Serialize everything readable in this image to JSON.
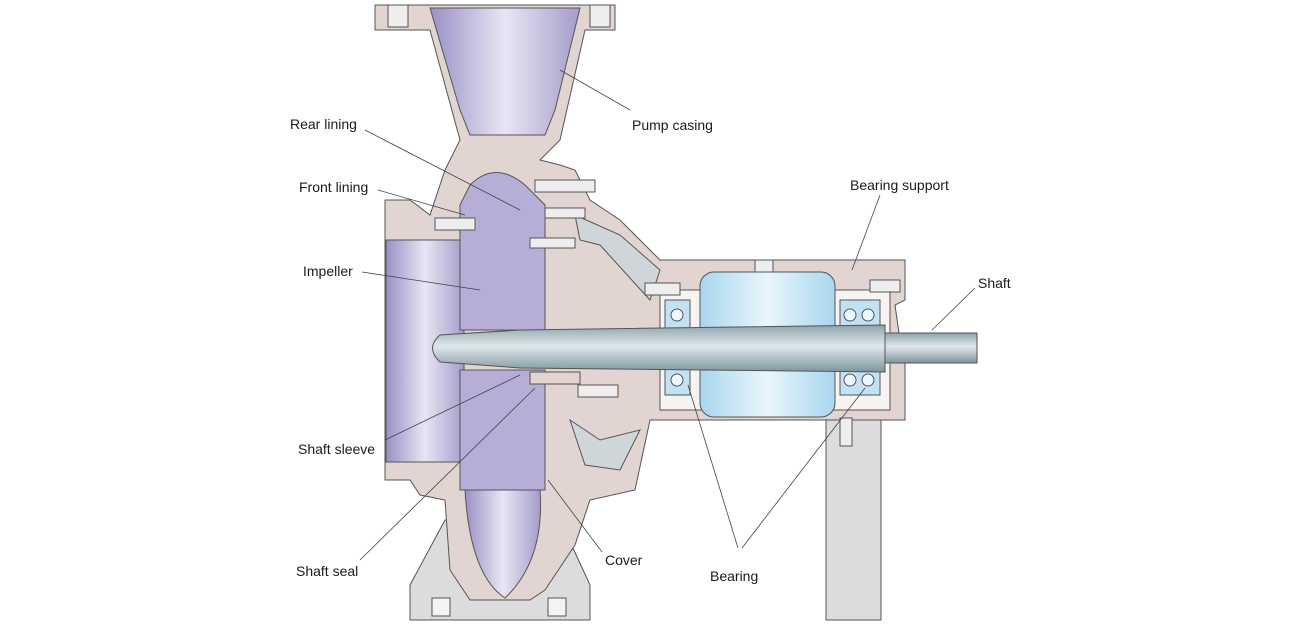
{
  "diagram": {
    "labels": {
      "rear_lining": "Rear lining",
      "front_lining": "Front lining",
      "impeller": "Impeller",
      "shaft_sleeve": "Shaft sleeve",
      "shaft_seal": "Shaft seal",
      "pump_casing": "Pump casing",
      "bearing_support": "Bearing support",
      "shaft": "Shaft",
      "cover": "Cover",
      "bearing": "Bearing"
    },
    "colors": {
      "casing": "#e2d4d0",
      "lining": "#a89fcc",
      "shaft": "#a9bcc4",
      "bearing": "#c2e2f3",
      "foot": "#dcdcdc",
      "outline": "#555555"
    }
  }
}
